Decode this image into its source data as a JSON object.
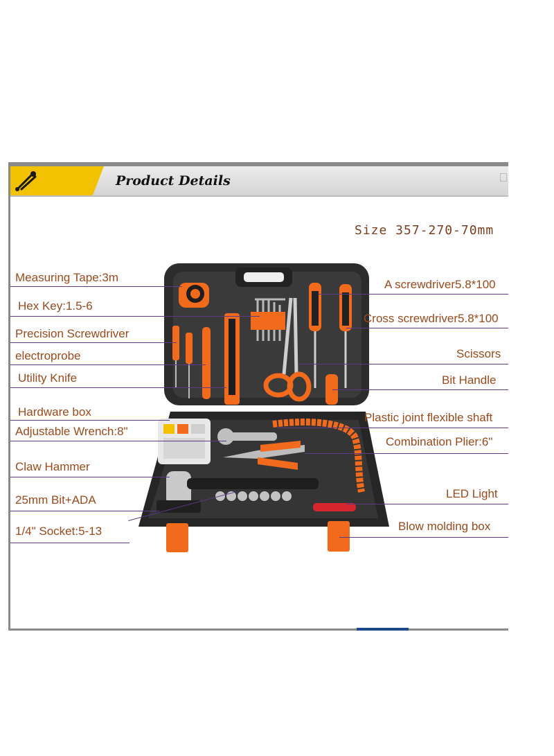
{
  "banner": {
    "title": "Product Details",
    "icon": "wrench-icon"
  },
  "size_label": "Size 357-270-70mm",
  "labels_left": [
    "Measuring Tape:3m",
    "Hex Key:1.5-6",
    "Precision Screwdriver",
    "electroprobe",
    "Utility Knife",
    "Hardware box",
    "Adjustable Wrench:8\"",
    "Claw Hammer",
    "25mm Bit+ADA",
    "1/4\" Socket:5-13"
  ],
  "labels_right": [
    "A screwdriver5.8*100",
    "Cross screwdriver5.8*100",
    "Scissors",
    "Bit Handle",
    "Plastic joint flexible shaft",
    "Combination Plier:6\"",
    "LED Light",
    "Blow molding box"
  ],
  "colors": {
    "accent": "#f2c200",
    "tool_orange": "#f26a1b",
    "case": "#2b2b2b",
    "label_text": "#9b4a1c",
    "line": "#5b3a86"
  }
}
